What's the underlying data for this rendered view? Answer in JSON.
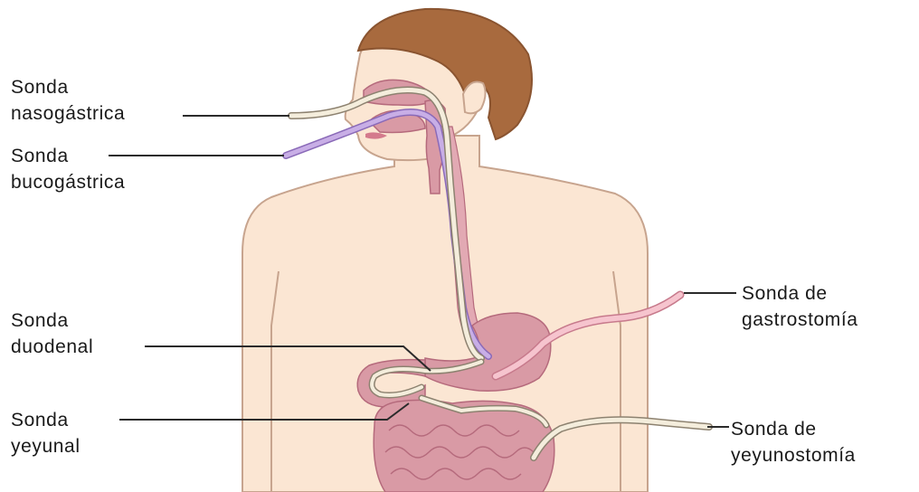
{
  "labels": {
    "nasogastrica": {
      "line1": "Sonda",
      "line2": "nasogástrica"
    },
    "bucogastrica": {
      "line1": "Sonda",
      "line2": "bucogástrica"
    },
    "duodenal": {
      "line1": "Sonda",
      "line2": "duodenal"
    },
    "yeyunal": {
      "line1": "Sonda",
      "line2": "yeyunal"
    },
    "gastrostomia": {
      "line1": "Sonda de",
      "line2": "gastrostomía"
    },
    "yeyunostomia": {
      "line1": "Sonda de",
      "line2": "yeyunostomía"
    }
  },
  "colors": {
    "skin": "#fbe6d3",
    "skin_outline": "#c7a48e",
    "hair": "#a86a3e",
    "organ": "#d99aa5",
    "organ_dark": "#b56a7c",
    "nasogastric_tube": "#f2ead8",
    "orogastric_tube": "#b89ad8",
    "gastrostomy_tube": "#f1b6c2",
    "leader_line": "#2b2b2b"
  }
}
